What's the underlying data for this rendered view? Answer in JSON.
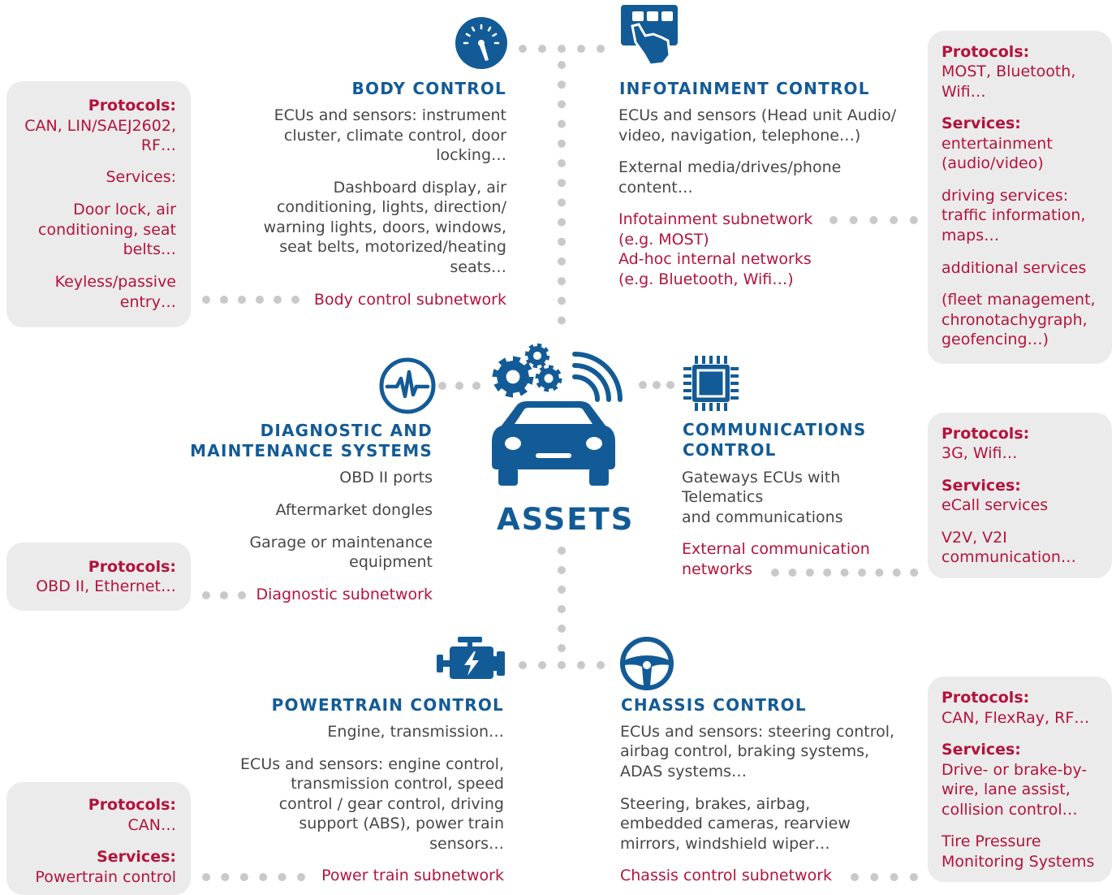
{
  "center": {
    "title": "ASSETS"
  },
  "colors": {
    "blue": "#135b97",
    "red": "#b3133d",
    "text": "#474747",
    "box": "#ebebeb",
    "dots": "#c9c9c9"
  },
  "body_control": {
    "icon": "speedometer-icon",
    "title": "BODY CONTROL",
    "ecus": [
      "ECUs and sensors: instrument",
      "cluster, climate control, door",
      "locking…"
    ],
    "items": [
      "Dashboard display, air",
      "conditioning, lights, direction/",
      "warning lights, doors, windows,",
      "seat belts, motorized/heating",
      "seats…"
    ],
    "subnetwork": "Body control subnetwork",
    "info": {
      "protocols_label": "Protocols:",
      "protocols": [
        "CAN, LIN/SAEJ2602,",
        "RF…"
      ],
      "services_label": "Services:",
      "services": [
        "Door lock, air",
        "conditioning, seat",
        "belts…"
      ],
      "extra": [
        "Keyless/passive",
        "entry…"
      ]
    }
  },
  "infotainment_control": {
    "icon": "touchscreen-hand-icon",
    "title": "INFOTAINMENT CONTROL",
    "ecus": [
      "ECUs and sensors (Head unit Audio/",
      "video, navigation, telephone…)"
    ],
    "items": [
      "External media/drives/phone",
      "content…"
    ],
    "subnetworks": [
      "Infotainment subnetwork",
      "(e.g. MOST)",
      "Ad-hoc internal networks",
      "(e.g. Bluetooth, Wifi…)"
    ],
    "info": {
      "protocols_label": "Protocols:",
      "protocols": [
        "MOST, Bluetooth,",
        "Wifi…"
      ],
      "services_label": "Services:",
      "services": [
        "entertainment",
        "(audio/video)"
      ],
      "driving": [
        "driving services:",
        "traffic information,",
        "maps…"
      ],
      "additional": "additional services",
      "fleet": [
        "(fleet management,",
        "chronotachygraph,",
        "geofencing…)"
      ]
    }
  },
  "diagnostic": {
    "icon": "pulse-monitor-icon",
    "title": [
      "DIAGNOSTIC AND",
      "MAINTENANCE SYSTEMS"
    ],
    "items": [
      "OBD II ports",
      "Aftermarket dongles"
    ],
    "garage": [
      "Garage or maintenance",
      "equipment"
    ],
    "subnetwork": "Diagnostic subnetwork",
    "info": {
      "protocols_label": "Protocols:",
      "protocols": "OBD II, Ethernet…"
    }
  },
  "communications": {
    "icon": "chip-icon",
    "title": [
      "COMMUNICATIONS",
      "CONTROL"
    ],
    "items": [
      "Gateways ECUs with",
      "Telematics",
      "and communications"
    ],
    "subnetwork": [
      "External communication",
      "networks"
    ],
    "info": {
      "protocols_label": "Protocols:",
      "protocols": "3G, Wifi…",
      "services_label": "Services:",
      "services": "eCall services",
      "extra": [
        "V2V, V2I",
        "communication…"
      ]
    }
  },
  "powertrain": {
    "icon": "engine-icon",
    "title": "POWERTRAIN CONTROL",
    "items": [
      "Engine, transmission…"
    ],
    "ecus": [
      "ECUs and sensors: engine control,",
      "transmission control, speed",
      "control / gear control, driving",
      "support (ABS), power train",
      "sensors…"
    ],
    "subnetwork": "Power train subnetwork",
    "info": {
      "protocols_label": "Protocols:",
      "protocols": "CAN…",
      "services_label": "Services:",
      "services": "Powertrain control"
    }
  },
  "chassis": {
    "icon": "steering-wheel-icon",
    "title": "CHASSIS CONTROL",
    "ecus": [
      "ECUs and sensors: steering control,",
      "airbag control, braking systems,",
      "ADAS systems…"
    ],
    "items": [
      "Steering, brakes, airbag,",
      "embedded cameras, rearview",
      "mirrors, windshield wiper…"
    ],
    "subnetwork": "Chassis control subnetwork",
    "info": {
      "protocols_label": "Protocols:",
      "protocols": "CAN, FlexRay, RF…",
      "services_label": "Services:",
      "services": [
        "Drive- or brake-by-",
        "wire, lane assist,",
        "collision control…"
      ],
      "extra": [
        "Tire Pressure",
        "Monitoring Systems"
      ]
    }
  }
}
